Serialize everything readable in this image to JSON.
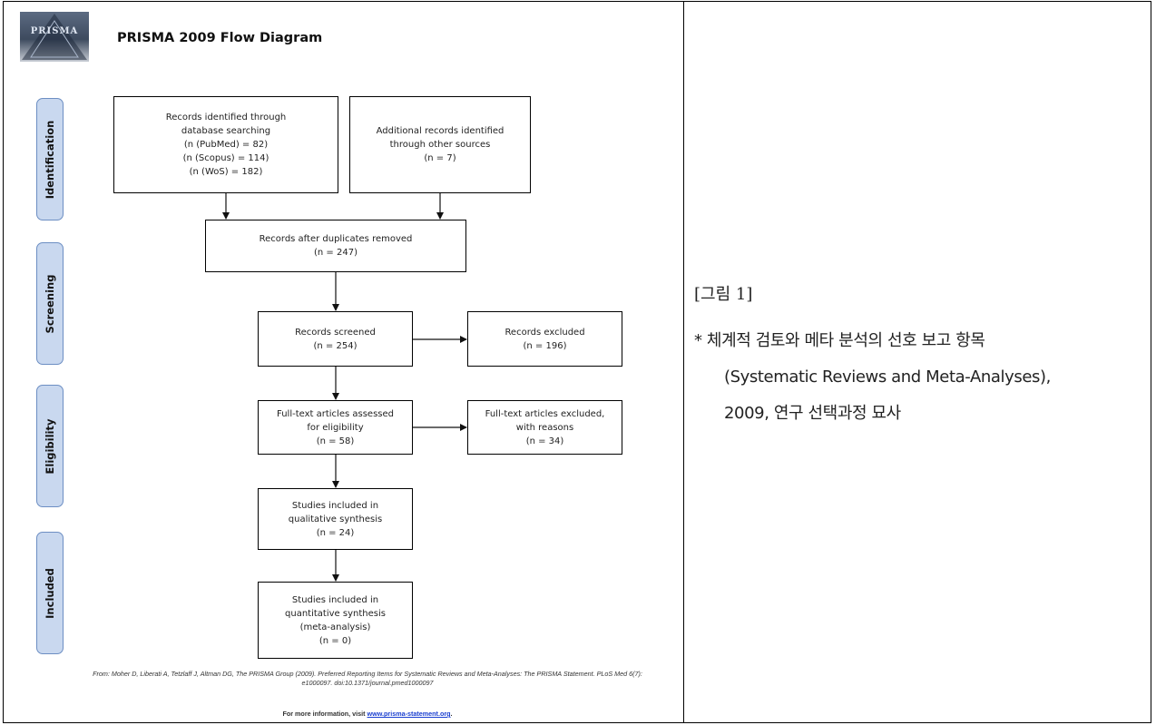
{
  "logo_text": "PRISMA",
  "diagram_title": "PRISMA 2009 Flow Diagram",
  "phases": [
    "Identification",
    "Screening",
    "Eligibility",
    "Included"
  ],
  "boxes": {
    "identified_db": "Records identified through\ndatabase searching\n(n (PubMed) = 82)\n(n (Scopus) = 114)\n(n (WoS) = 182)",
    "additional": "Additional records identified\nthrough other sources\n(n = 7)",
    "after_duplicates": "Records after duplicates removed\n(n = 247)",
    "screened": "Records screened\n(n = 254)",
    "excluded": "Records excluded\n(n = 196)",
    "fulltext_assessed": "Full-text articles assessed\nfor eligibility\n(n = 58)",
    "fulltext_excluded": "Full-text articles excluded,\nwith reasons\n(n = 34)",
    "qualitative": "Studies included in\nqualitative synthesis\n(n = 24)",
    "quantitative": "Studies included in\nquantitative synthesis\n(meta-analysis)\n(n = 0)"
  },
  "citation": "From:  Moher D, Liberati A, Tetzlaff J, Altman DG, The PRISMA Group (2009). Preferred Reporting Items for Systematic Reviews and Meta-Analyses: The PRISMA Statement. PLoS Med 6(7): e1000097. doi:10.1371/journal.pmed1000097",
  "more_info_prefix": "For more information, visit ",
  "more_info_link": "www.prisma-statement.org",
  "more_info_suffix": ".",
  "figure_label": "[그림 1]",
  "note_lines": [
    "*  체계적 검토와 메타 분석의 선호 보고 항목",
    "(Systematic Reviews and Meta-Analyses),",
    "2009, 연구 선택과정 묘사"
  ]
}
